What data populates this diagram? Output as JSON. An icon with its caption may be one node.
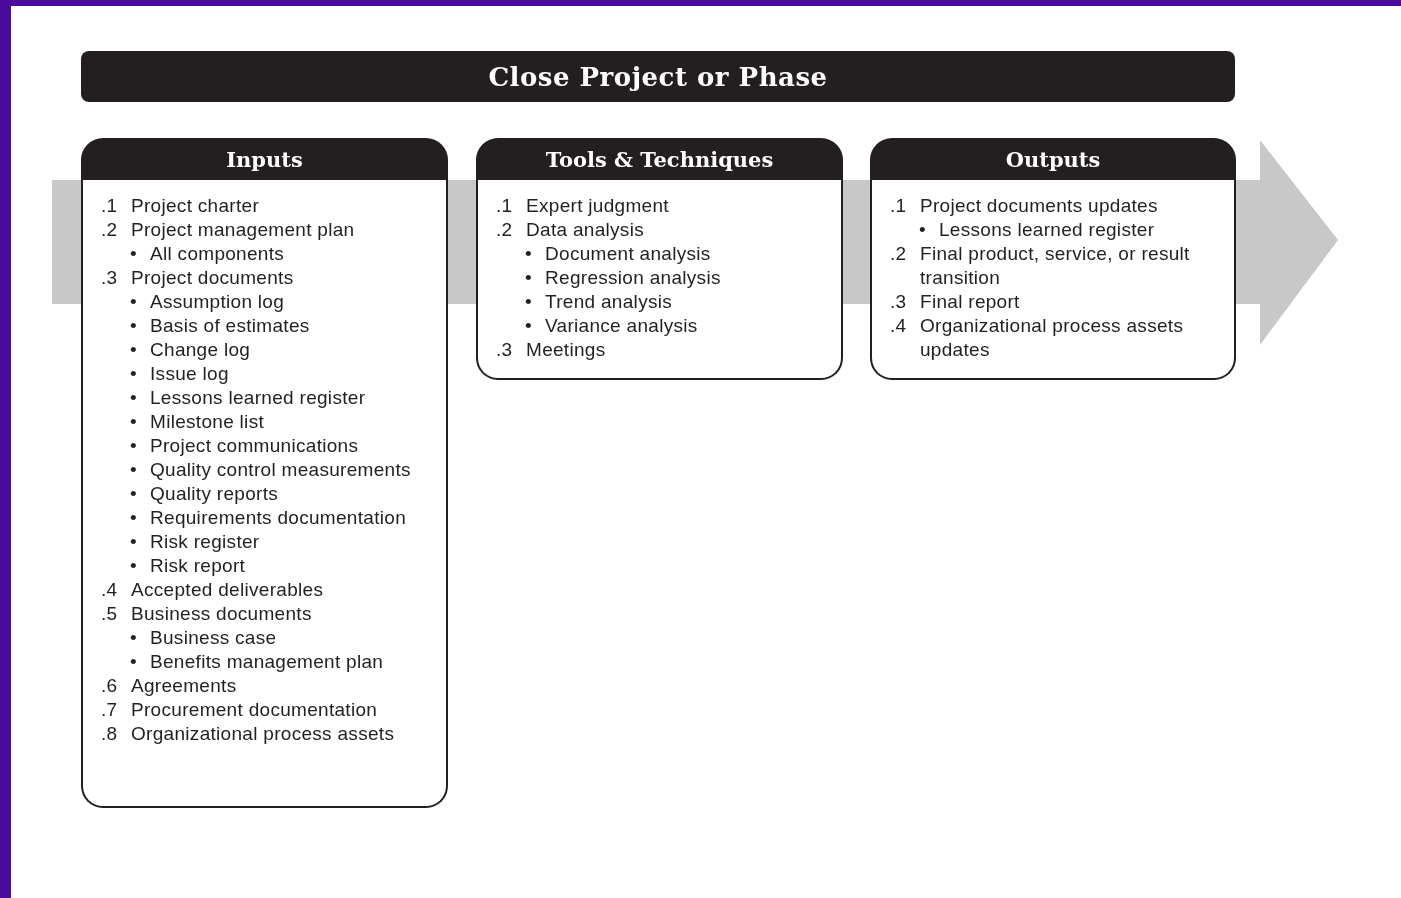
{
  "diagram": {
    "title": "Close Project or Phase",
    "nodes": [
      {
        "text": [
          "Inputs",
          ".1 Project charter",
          ".2 Project management plan",
          "• All components",
          ".3 Project documents",
          "• Assumption log",
          "• Basis of estimates",
          "• Change log",
          "• Issue log",
          "• Lessons learned register",
          "• Milestone list",
          "• Project communications",
          "• Quality control measurements",
          "• Quality reports",
          "• Requirements documentation",
          "• Risk register",
          "• Risk report",
          ".4 Accepted deliverables",
          ".5 Business documents",
          "• Business case",
          "• Benefits management plan",
          ".6 Agreements",
          ".7 Procurement documentation",
          ".8 Organizational process assets"
        ]
      },
      {
        "text": [
          "Tools & Techniques",
          ".1 Expert judgment",
          ".2 Data analysis",
          "• Document analysis",
          "• Regression analysis",
          "• Trend analysis",
          "• Variance analysis",
          ".3 Meetings"
        ]
      },
      {
        "text": [
          "Outputs",
          ".1 Project documents updates",
          "• Lessons learned register",
          ".2 Final product, service, or result transition",
          ".3 Final report",
          ".4 Organizational process assets updates"
        ]
      }
    ],
    "edges": []
  }
}
